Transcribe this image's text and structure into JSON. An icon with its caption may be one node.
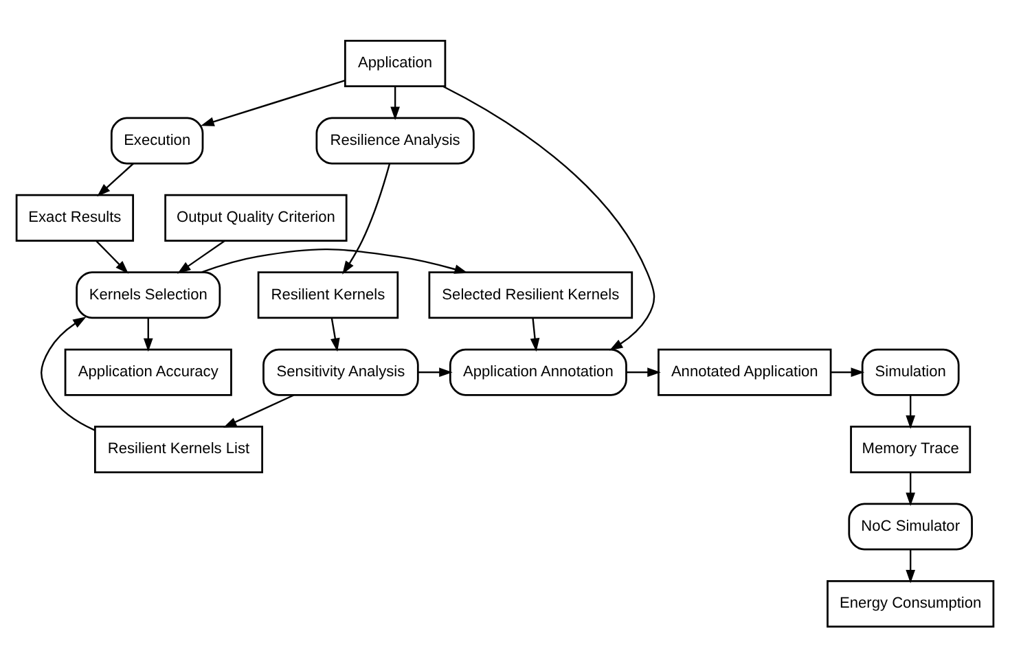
{
  "diagram": {
    "nodes": [
      {
        "text": [
          "Output Quality Criterion"
        ]
      },
      {
        "text": [
          "Application"
        ]
      },
      {
        "text": [
          "Resilience Analysis"
        ]
      },
      {
        "text": [
          "Resilient Kernels"
        ]
      },
      {
        "text": [
          "Execution"
        ]
      },
      {
        "text": [
          "Sensitivity Analysis"
        ]
      },
      {
        "text": [
          "Application Annotation"
        ]
      },
      {
        "text": [
          "Annotated Application"
        ]
      },
      {
        "text": [
          "Simulation"
        ]
      },
      {
        "text": [
          "Exact Results"
        ]
      },
      {
        "text": [
          "Resilient Kernels List"
        ]
      },
      {
        "text": [
          "Memory Trace"
        ]
      },
      {
        "text": [
          "Kernels Selection"
        ]
      },
      {
        "text": [
          "Selected Resilient Kernels"
        ]
      },
      {
        "text": [
          "NoC Simulator"
        ]
      },
      {
        "text": [
          "Application Accuracy"
        ]
      },
      {
        "text": [
          "Energy Consumption"
        ]
      }
    ],
    "edges": [
      {
        "from": 1,
        "to": 2,
        "arrow": "to"
      },
      {
        "from": 1,
        "to": 4,
        "arrow": "to"
      },
      {
        "from": 1,
        "to": 6,
        "arrow": "to"
      },
      {
        "from": 2,
        "to": 3,
        "arrow": "to"
      },
      {
        "from": 3,
        "to": 5,
        "arrow": "to"
      },
      {
        "from": 5,
        "to": 6,
        "arrow": "to"
      },
      {
        "from": 5,
        "to": 10,
        "arrow": "to"
      },
      {
        "from": 4,
        "to": 9,
        "arrow": "to"
      },
      {
        "from": 9,
        "to": 12,
        "arrow": "to"
      },
      {
        "from": 0,
        "to": 12,
        "arrow": "to"
      },
      {
        "from": 10,
        "to": 12,
        "arrow": "to"
      },
      {
        "from": 12,
        "to": 13,
        "arrow": "to"
      },
      {
        "from": 13,
        "to": 6,
        "arrow": "to"
      },
      {
        "from": 12,
        "to": 15,
        "arrow": "to"
      },
      {
        "from": 6,
        "to": 7,
        "arrow": "to"
      },
      {
        "from": 7,
        "to": 8,
        "arrow": "to"
      },
      {
        "from": 8,
        "to": 11,
        "arrow": "to"
      },
      {
        "from": 11,
        "to": 14,
        "arrow": "to"
      },
      {
        "from": 14,
        "to": 16,
        "arrow": "to"
      }
    ]
  }
}
